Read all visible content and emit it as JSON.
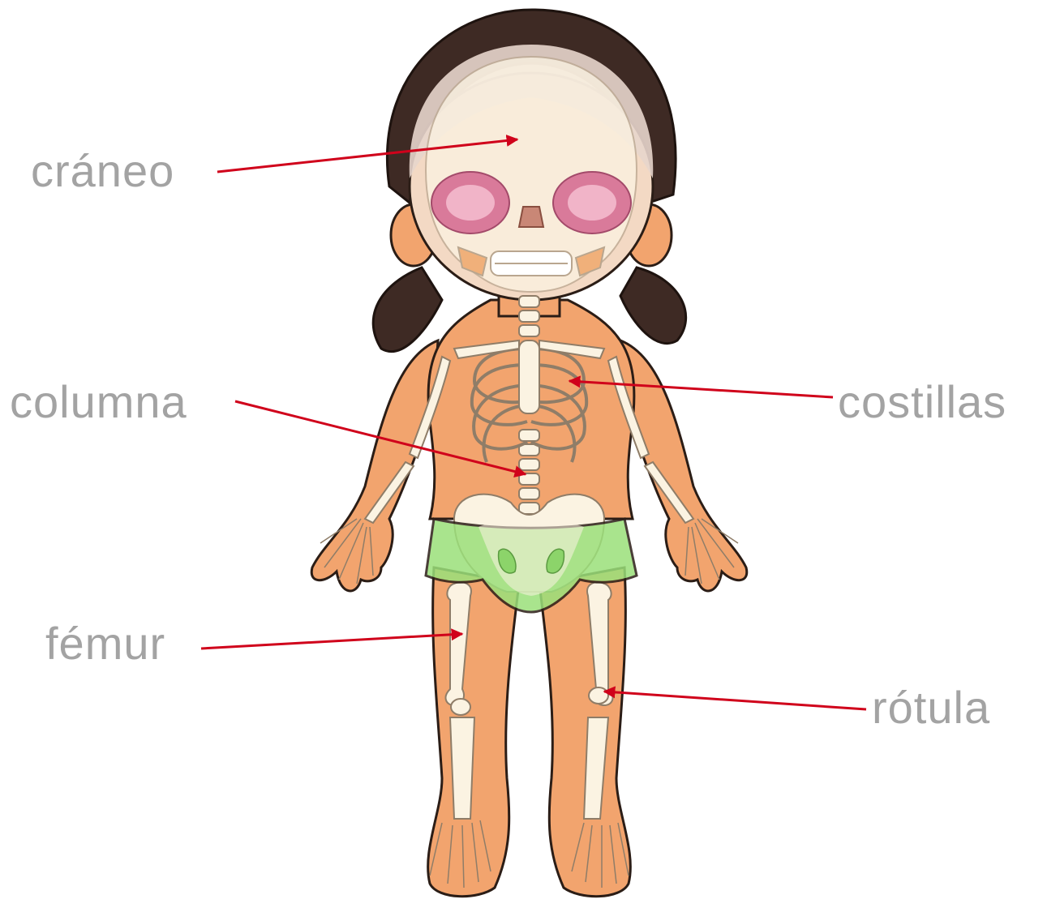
{
  "labels": {
    "craneo": "cráneo",
    "columna": "columna",
    "costillas": "costillas",
    "femur": "fémur",
    "rotula": "rótula"
  },
  "colors": {
    "label_text": "#a3a3a3",
    "pointer_line": "#d0021b",
    "skin": "#f2a46e",
    "skin_outline": "#2b1d16",
    "bone": "#fbf3e2",
    "hair": "#3e2a24",
    "underwear": "#9be07a",
    "eye_socket": "#d97a9a"
  }
}
